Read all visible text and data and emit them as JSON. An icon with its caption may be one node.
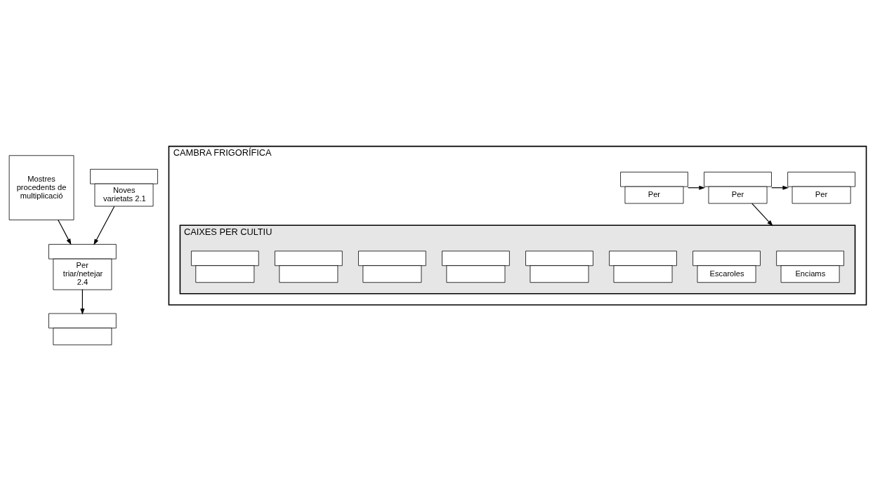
{
  "diagram": {
    "nodes": [
      {
        "text": [
          "Mostres procedents de multiplicació"
        ]
      },
      {
        "text": [
          "Noves varietats 2.1"
        ]
      },
      {
        "text": [
          "Per triar/netejar 2.4"
        ]
      },
      {
        "text": [],
        "shape": "box"
      },
      {
        "text": [
          "CAMBRA FRIGORÍFICA"
        ]
      },
      {
        "text": [
          "CAIXES PER CULTIU"
        ],
        "in": 4
      },
      {
        "text": [
          "Enciams"
        ],
        "in": 5
      },
      {
        "text": [
          "Escaroles"
        ],
        "in": 5
      },
      {
        "text": [],
        "shape": "box",
        "in": 5
      },
      {
        "text": [],
        "shape": "box",
        "in": 5
      },
      {
        "text": [],
        "shape": "box",
        "in": 5
      },
      {
        "text": [],
        "shape": "box",
        "in": 5
      },
      {
        "text": [],
        "shape": "box",
        "in": 5
      },
      {
        "text": [],
        "shape": "box",
        "in": 5
      },
      {
        "text": [
          "Per"
        ],
        "in": 4
      },
      {
        "text": [
          "Per"
        ],
        "in": 4
      },
      {
        "text": [
          "Per"
        ],
        "in": 4
      }
    ],
    "edges": [
      {
        "from": 0,
        "to": 2,
        "arrow": "to"
      },
      {
        "from": 1,
        "to": 2,
        "arrow": "to"
      },
      {
        "from": 2,
        "to": 3,
        "arrow": "to"
      },
      {
        "from": 15,
        "to": 5,
        "arrow": "to"
      },
      {
        "from": 14,
        "to": 15,
        "arrow": "to"
      },
      {
        "from": 15,
        "to": 16,
        "arrow": "to"
      }
    ]
  }
}
